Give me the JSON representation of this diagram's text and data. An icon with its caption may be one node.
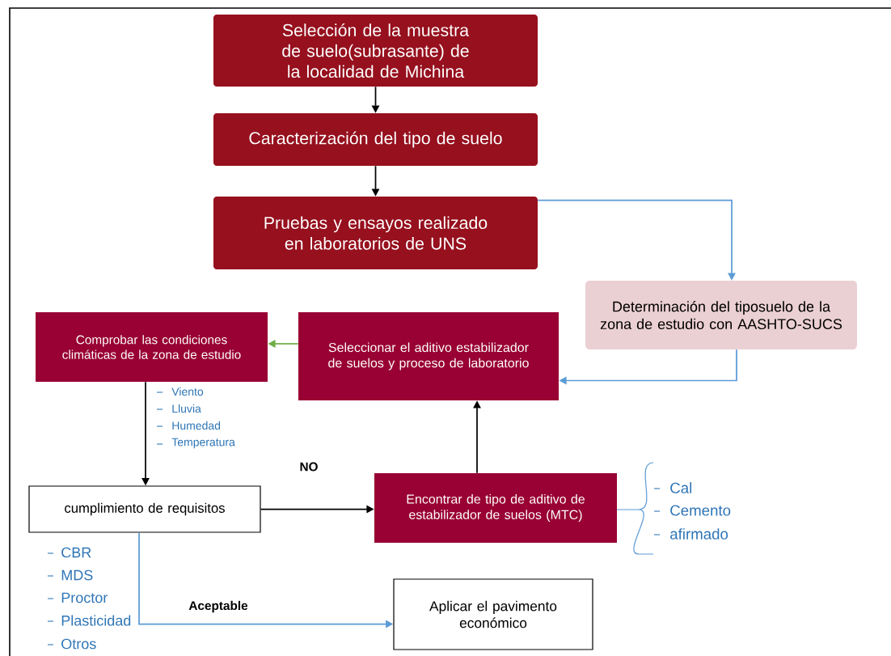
{
  "diagram": {
    "nodes": [
      {
        "text": [
          "Selección de la muestra de suelo(subrasante) de la localidad de Michina"
        ]
      },
      {
        "text": [
          "Caracterización del tipo de suelo"
        ]
      },
      {
        "text": [
          "Pruebas y ensayos realizado en laboratorios de UNS"
        ]
      },
      {
        "text": [
          "Determinación del tiposuelo de la zona de estudio con AASHTO-SUCS"
        ]
      },
      {
        "text": [
          "Seleccionar el aditivo estabilizador de suelos y proceso de laboratorio"
        ]
      },
      {
        "text": [
          "Comprobar las condiciones climáticas de la zona de estudio"
        ]
      },
      {
        "text": [
          "cumplimiento de requisitos"
        ]
      },
      {
        "text": [
          "Encontrar de tipo de aditivo de estabilizador de suelos (MTC)"
        ]
      },
      {
        "text": [
          "Aplicar el pavimento económico"
        ]
      }
    ],
    "edges": [
      {
        "from": 0,
        "to": 1,
        "arrow": "to"
      },
      {
        "from": 1,
        "to": 2,
        "arrow": "to"
      },
      {
        "from": 2,
        "to": 3,
        "arrow": "to",
        "color": "#5b9bd5"
      },
      {
        "from": 3,
        "to": 4,
        "arrow": "to",
        "color": "#5b9bd5"
      },
      {
        "from": 4,
        "to": 5,
        "arrow": "to",
        "color": "#70ad47"
      },
      {
        "from": 5,
        "to": 6,
        "arrow": "to"
      },
      {
        "from": 6,
        "to": 7,
        "arrow": "to",
        "label": "NO"
      },
      {
        "from": 7,
        "to": 4,
        "arrow": "to"
      },
      {
        "from": 6,
        "to": 8,
        "arrow": "to",
        "label": "Aceptable",
        "color": "#5b9bd5"
      }
    ],
    "labels": [
      "Viento",
      "Lluvia",
      "Humedad",
      "Temperatura",
      "Cal",
      "Cemento",
      "afirmado",
      "CBR",
      "MDS",
      "Proctor",
      "Plasticidad",
      "Otros"
    ]
  }
}
